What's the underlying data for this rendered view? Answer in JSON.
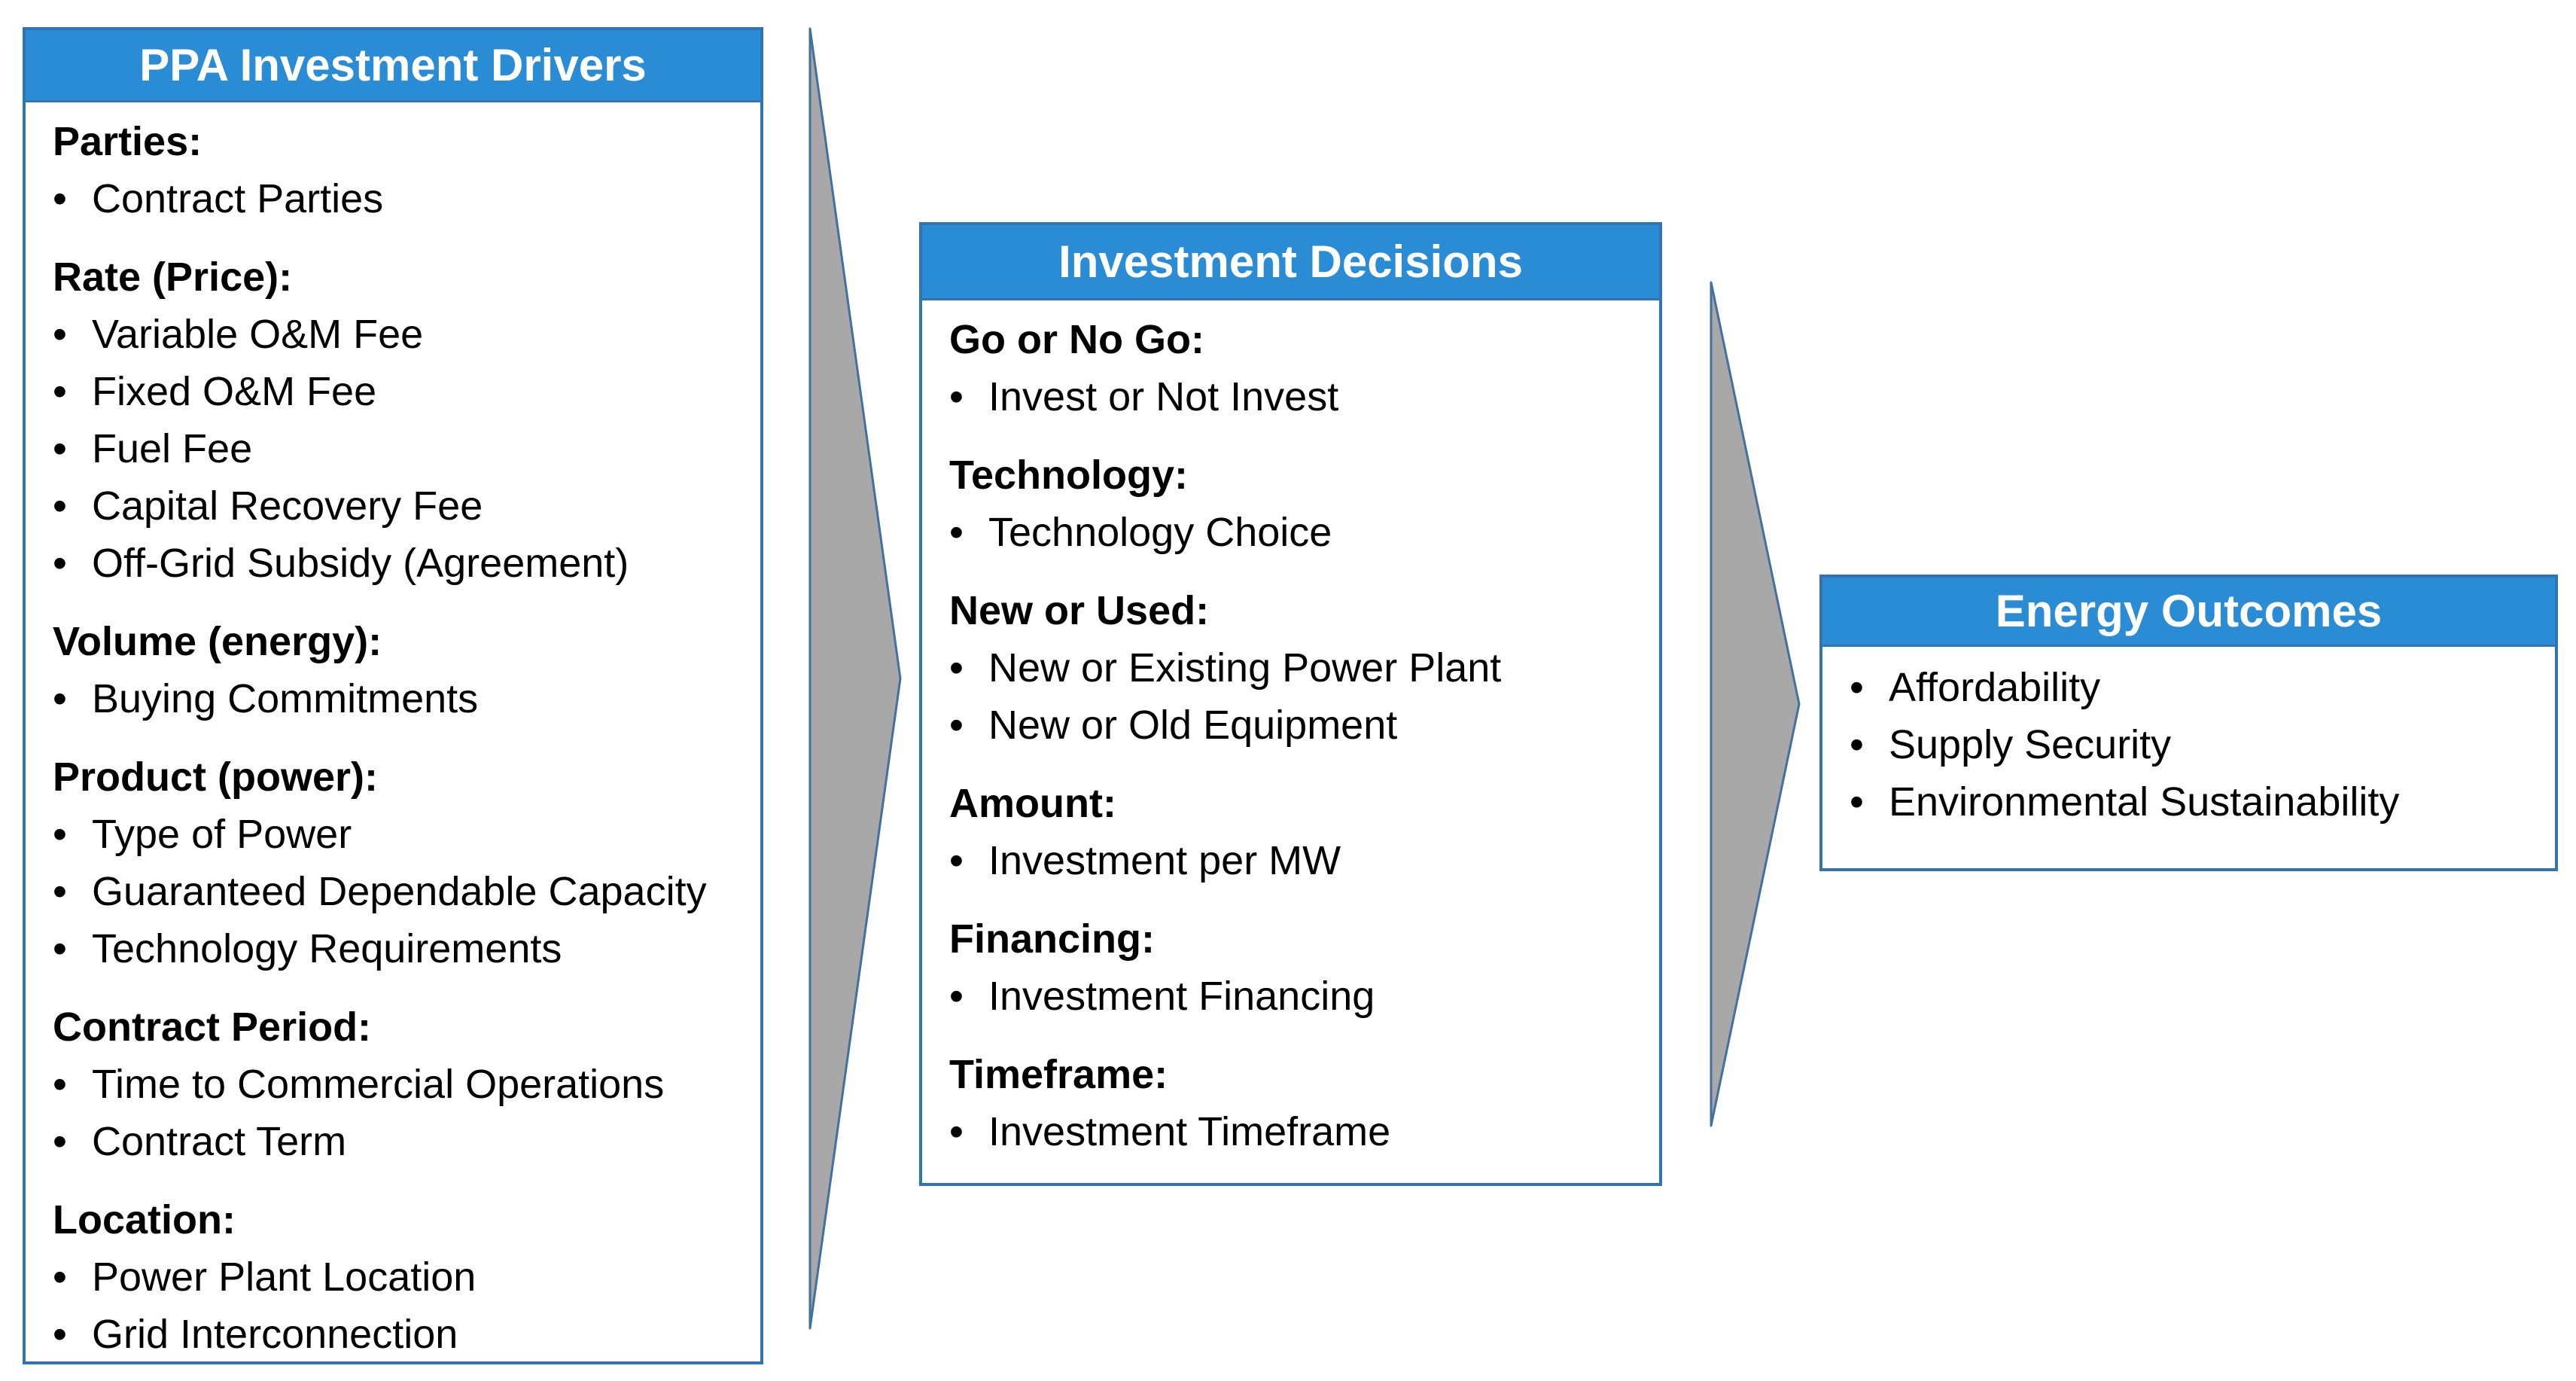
{
  "diagram_title": "PPA investment flow diagram",
  "bullet_char": "•",
  "colors": {
    "header_bg": "#2A8CD4",
    "box_border": "#2E75B6",
    "arrow_fill": "#A8A8A8",
    "arrow_stroke": "#41719C",
    "header_text": "#FFFFFF",
    "body_text": "#000000"
  },
  "boxes": [
    {
      "id": "ppa-investment-drivers",
      "title": "PPA Investment Drivers",
      "sections": [
        {
          "heading": "Parties:",
          "bullets": [
            "Contract Parties"
          ]
        },
        {
          "heading": "Rate (Price):",
          "bullets": [
            "Variable O&M Fee",
            "Fixed O&M Fee",
            "Fuel Fee",
            "Capital Recovery Fee",
            "Off-Grid Subsidy (Agreement)"
          ]
        },
        {
          "heading": "Volume (energy):",
          "bullets": [
            "Buying Commitments"
          ]
        },
        {
          "heading": "Product (power):",
          "bullets": [
            "Type of Power",
            "Guaranteed Dependable Capacity",
            "Technology Requirements"
          ]
        },
        {
          "heading": "Contract Period:",
          "bullets": [
            "Time to Commercial Operations",
            "Contract Term"
          ]
        },
        {
          "heading": "Location:",
          "bullets": [
            "Power Plant Location",
            "Grid Interconnection"
          ]
        }
      ]
    },
    {
      "id": "investment-decisions",
      "title": "Investment Decisions",
      "sections": [
        {
          "heading": "Go or No Go:",
          "bullets": [
            "Invest or Not Invest"
          ]
        },
        {
          "heading": "Technology:",
          "bullets": [
            "Technology Choice"
          ]
        },
        {
          "heading": "New or Used:",
          "bullets": [
            "New or Existing Power Plant",
            "New or Old Equipment"
          ]
        },
        {
          "heading": "Amount:",
          "bullets": [
            "Investment per MW"
          ]
        },
        {
          "heading": "Financing:",
          "bullets": [
            "Investment Financing"
          ]
        },
        {
          "heading": "Timeframe:",
          "bullets": [
            "Investment Timeframe"
          ]
        }
      ]
    },
    {
      "id": "energy-outcomes",
      "title": "Energy Outcomes",
      "sections": [
        {
          "heading": "",
          "bullets": [
            "Affordability",
            "Supply Security",
            "Environmental Sustainability"
          ]
        }
      ]
    }
  ]
}
